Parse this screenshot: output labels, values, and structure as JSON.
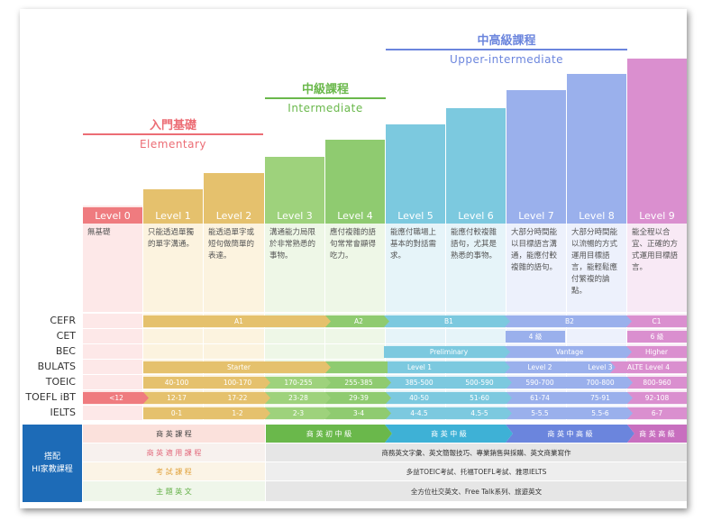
{
  "tiers": {
    "elementary": {
      "zh": "入門基礎",
      "en": "Elementary"
    },
    "intermediate": {
      "zh": "中級課程",
      "en": "Intermediate"
    },
    "upper": {
      "zh": "中高級課程",
      "en": "Upper-intermediate"
    }
  },
  "levels": [
    {
      "label": "Level 0",
      "desc": "無基礎"
    },
    {
      "label": "Level 1",
      "desc": "只能透過單獨的單字溝通。"
    },
    {
      "label": "Level 2",
      "desc": "能透過單字或短句做簡單的表達。"
    },
    {
      "label": "Level 3",
      "desc": "溝通能力局限於非常熟悉的事物。"
    },
    {
      "label": "Level 4",
      "desc": "應付複雜的語句常常會顯得吃力。"
    },
    {
      "label": "Level 5",
      "desc": "能應付職場上基本的對話需求。"
    },
    {
      "label": "Level 6",
      "desc": "能應付較複雜語句，尤其是熟悉的事物。"
    },
    {
      "label": "Level 7",
      "desc": "大部分時間能以目標語言溝通，能應付較複雜的語句。"
    },
    {
      "label": "Level 8",
      "desc": "大部分時間能以流暢的方式運用目標語言，能輕鬆應付繁複的論點。"
    },
    {
      "label": "Level 9",
      "desc": "能全程以合宜、正確的方式運用目標語言。"
    }
  ],
  "rows": {
    "cefr": {
      "label": "CEFR",
      "a1": "A1",
      "a2": "A2",
      "b1": "B1",
      "b2": "B2",
      "c1": "C1"
    },
    "cet": {
      "label": "CET",
      "l4": "4 級",
      "l6": "6 級"
    },
    "bec": {
      "label": "BEC",
      "preliminary": "Preliminary",
      "vantage": "Vantage",
      "higher": "Higher"
    },
    "bulats": {
      "label": "BULATS",
      "starter": "Starter",
      "l1": "Level 1",
      "l2": "Level 2",
      "l3": "Level 3",
      "alte": "ALTE Level 4"
    },
    "toeic": {
      "label": "TOEIC",
      "values": [
        "40-100",
        "100-170",
        "170-255",
        "255-385",
        "385-500",
        "500-590",
        "590-700",
        "700-800",
        "800-960"
      ]
    },
    "toefl": {
      "label": "TOEFL iBT",
      "values": [
        "<12",
        "12-17",
        "17-22",
        "23-28",
        "29-39",
        "40-50",
        "51-60",
        "61-74",
        "75-91",
        "92-108"
      ]
    },
    "ielts": {
      "label": "IELTS",
      "values": [
        "0-1",
        "1-2",
        "2-3",
        "3-4",
        "4-4.5",
        "4.5-5",
        "5-5.5",
        "5.5-6",
        "6-7"
      ]
    }
  },
  "courses": {
    "title": "搭配\nHI家教課程",
    "rows": [
      {
        "name": "商 英 課 程",
        "cats": [
          "商 英 初 中 級",
          "商 英 中 級",
          "商 英 中 高 級",
          "商 英 高 級"
        ]
      },
      {
        "name": "商 英 適 用 課 程",
        "text": "商務英文字彙、英文簡報技巧、專業銷售與採購、英文商業寫作"
      },
      {
        "name": "考 試 課 程",
        "text": "多益TOEIC考試、托福TOEFL考試、雅思IELTS"
      },
      {
        "name": "主 題 英 文",
        "text": "全方位社交英文、Free Talk系列、旅遊英文"
      }
    ]
  },
  "colors": {
    "l0": "#ef7b7f",
    "l1": "#e5c16d",
    "l2": "#e5c16d",
    "l3": "#9ed27c",
    "l4": "#8fcb70",
    "l5": "#7cc9df",
    "l6": "#7cc9df",
    "l7": "#9ab0ec",
    "l8": "#9ab0ec",
    "l9": "#da8fcf",
    "elementary": "#ec6d75",
    "intermediate": "#6ab84b",
    "upper": "#6b85dd",
    "navy": "#1d6bb7"
  }
}
